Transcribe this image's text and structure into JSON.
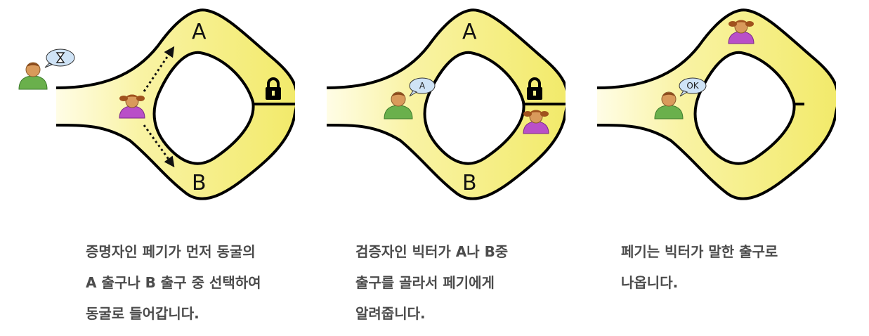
{
  "panels": [
    {
      "label_top": "A",
      "label_bottom": "B",
      "bubble": "",
      "caption": [
        "증명자인 페기가 먼저 동굴의",
        "A 출구나 B 출구 중 선택하여",
        "동굴로 들어갑니다."
      ]
    },
    {
      "label_top": "A",
      "label_bottom": "B",
      "bubble": "A",
      "caption": [
        "검증자인 빅터가 A나 B중",
        "출구를 골라서 페기에게",
        "알려줍니다."
      ]
    },
    {
      "label_top": "",
      "label_bottom": "",
      "bubble": "OK",
      "caption": [
        "페기는 빅터가 말한 출구로",
        "나옵니다."
      ]
    }
  ],
  "colors": {
    "cave_fill": "#f7f08a",
    "cave_edge": "#fffde0",
    "outline": "#000000",
    "victor_shirt": "#6ab04c",
    "peggy_shirt": "#b94fc8",
    "skin": "#d99a5b",
    "caption_text": "#4b4b4b"
  },
  "icons": [
    "hourglass-icon",
    "padlock-icon",
    "speech-bubble-icon",
    "arrow-icon"
  ]
}
